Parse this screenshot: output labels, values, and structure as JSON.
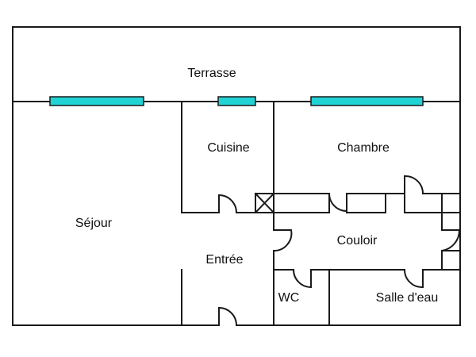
{
  "floor_plan": {
    "rooms": {
      "terrasse": "Terrasse",
      "cuisine": "Cuisine",
      "chambre": "Chambre",
      "sejour": "Séjour",
      "couloir": "Couloir",
      "entree": "Entrée",
      "wc": "WC",
      "salle_deau": "Salle d'eau"
    },
    "colors": {
      "walls": "#1a1a1a",
      "windows": "#22d3d6",
      "background": "#ffffff"
    }
  }
}
